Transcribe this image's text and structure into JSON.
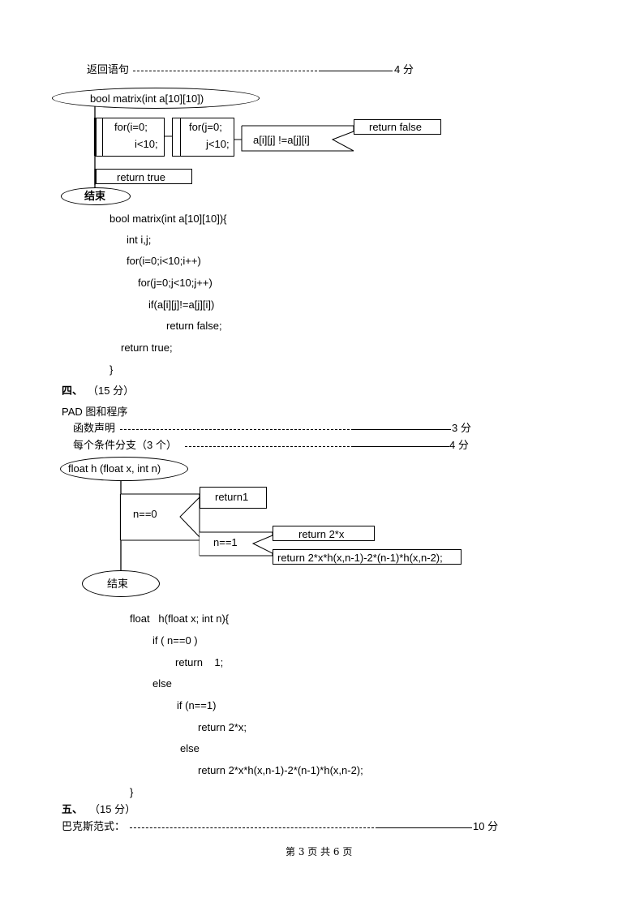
{
  "scoring_top": {
    "label": "返回语句",
    "score": "4 分"
  },
  "pad1": {
    "func": "bool matrix(int a[10][10])",
    "loop_i_a": "for(i=0;",
    "loop_i_b": "i<10;",
    "loop_j_a": "for(j=0;",
    "loop_j_b": "j<10;",
    "cond": "a[i][j] !=a[j][i]",
    "ret_false": "return false",
    "ret_true": "return true",
    "end": "结束"
  },
  "code1": [
    "bool matrix(int a[10][10]){",
    "int i,j;",
    "for(i=0;i<10;i++)",
    "for(j=0;j<10;j++)",
    "if(a[i][j]!=a[j][i])",
    "return false;",
    "return true;",
    "}"
  ],
  "section4": {
    "heading": "四、",
    "points": "（15 分）",
    "title": "PAD 图和程序",
    "item1_label": "函数声明",
    "item1_score": "3 分",
    "item2_label": "每个条件分支（3 个）",
    "item2_score": "4 分"
  },
  "pad2": {
    "func": "float h (float x, int n)",
    "cond0": "n==0",
    "ret1": "return1",
    "cond1": "n==1",
    "ret2x": "return 2*x",
    "retrec": "return 2*x*h(x,n-1)-2*(n-1)*h(x,n-2);",
    "end": "结束"
  },
  "code2": [
    "float   h(float x; int n){",
    "if ( n==0 )",
    "return    1;",
    "else",
    "if (n==1)",
    "return 2*x;",
    "else",
    "return 2*x*h(x,n-1)-2*(n-1)*h(x,n-2);",
    "}"
  ],
  "section5": {
    "heading": "五、",
    "points": "（15 分）",
    "label": "巴克斯范式：",
    "score": "10 分"
  },
  "footer": "第 3 页 共 6 页"
}
